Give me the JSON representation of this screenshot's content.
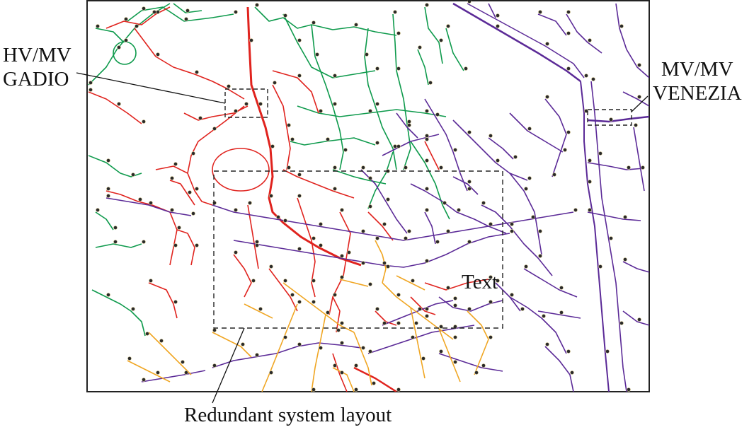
{
  "labels": {
    "hv_mv_station_line1": "HV/MV",
    "hv_mv_station_line2": "GADIO",
    "mv_mv_station_line1": "MV/MV",
    "mv_mv_station_line2": "VENEZIA",
    "redundant_layout": "Redundant system layout",
    "inline_text": "Text"
  },
  "feeder_colors": {
    "red": "#e0231e",
    "green": "#0e9a4c",
    "purple": "#5b2a97",
    "orange": "#f0a623",
    "node_fill": "#2a2a2a"
  }
}
